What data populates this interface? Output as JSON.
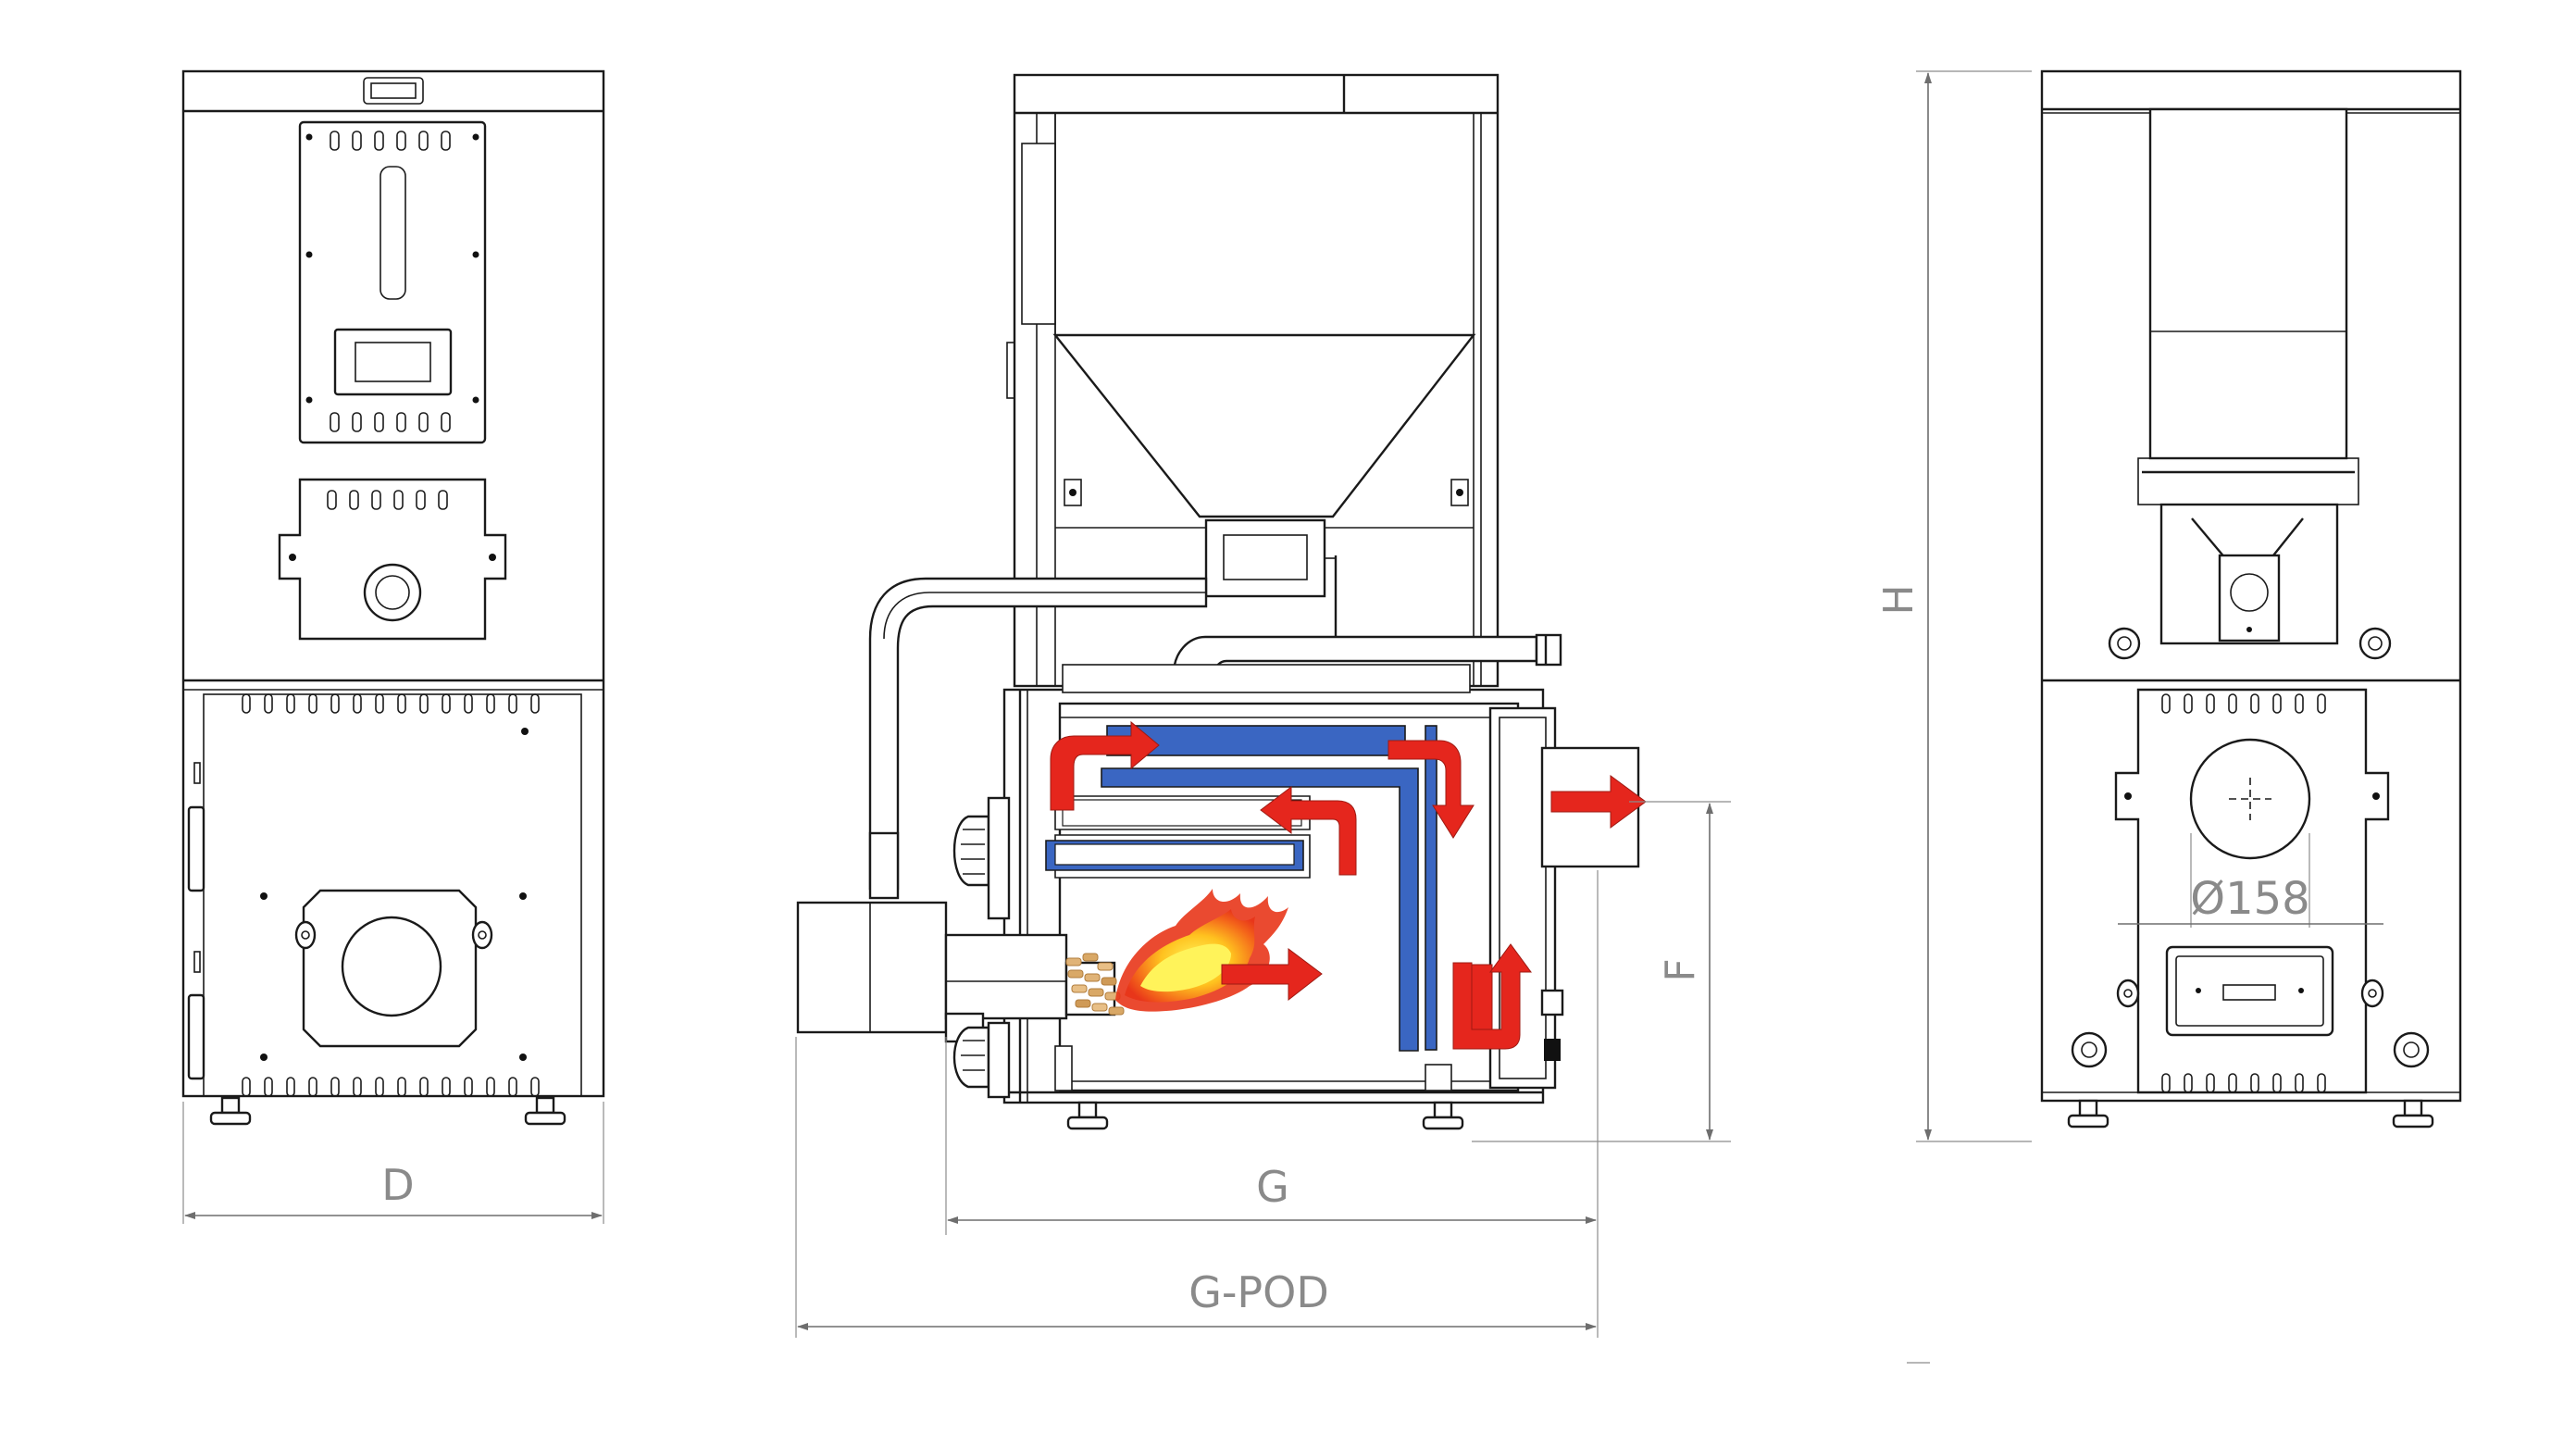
{
  "views": [
    {
      "id": "front",
      "label": "front-view"
    },
    {
      "id": "side",
      "label": "side-section-view"
    },
    {
      "id": "back",
      "label": "rear-view"
    }
  ],
  "dimensions": {
    "d": "D",
    "g": "G",
    "g_pod": "G-POD",
    "f": "F",
    "h": "H",
    "diameter": "Ø158"
  },
  "colors": {
    "outline": "#1a1a1a",
    "dimension": "#6e6e6e",
    "water_jacket": "#3a66c2",
    "flow_arrow": "#e5261d",
    "flame_outer": "#f26a1b",
    "flame_inner": "#ffe23a",
    "pellets": "#e0b377"
  },
  "icons": {
    "flow": "red-flow-arrow",
    "flame": "flame-icon",
    "pellets": "wood-pellets-icon"
  }
}
